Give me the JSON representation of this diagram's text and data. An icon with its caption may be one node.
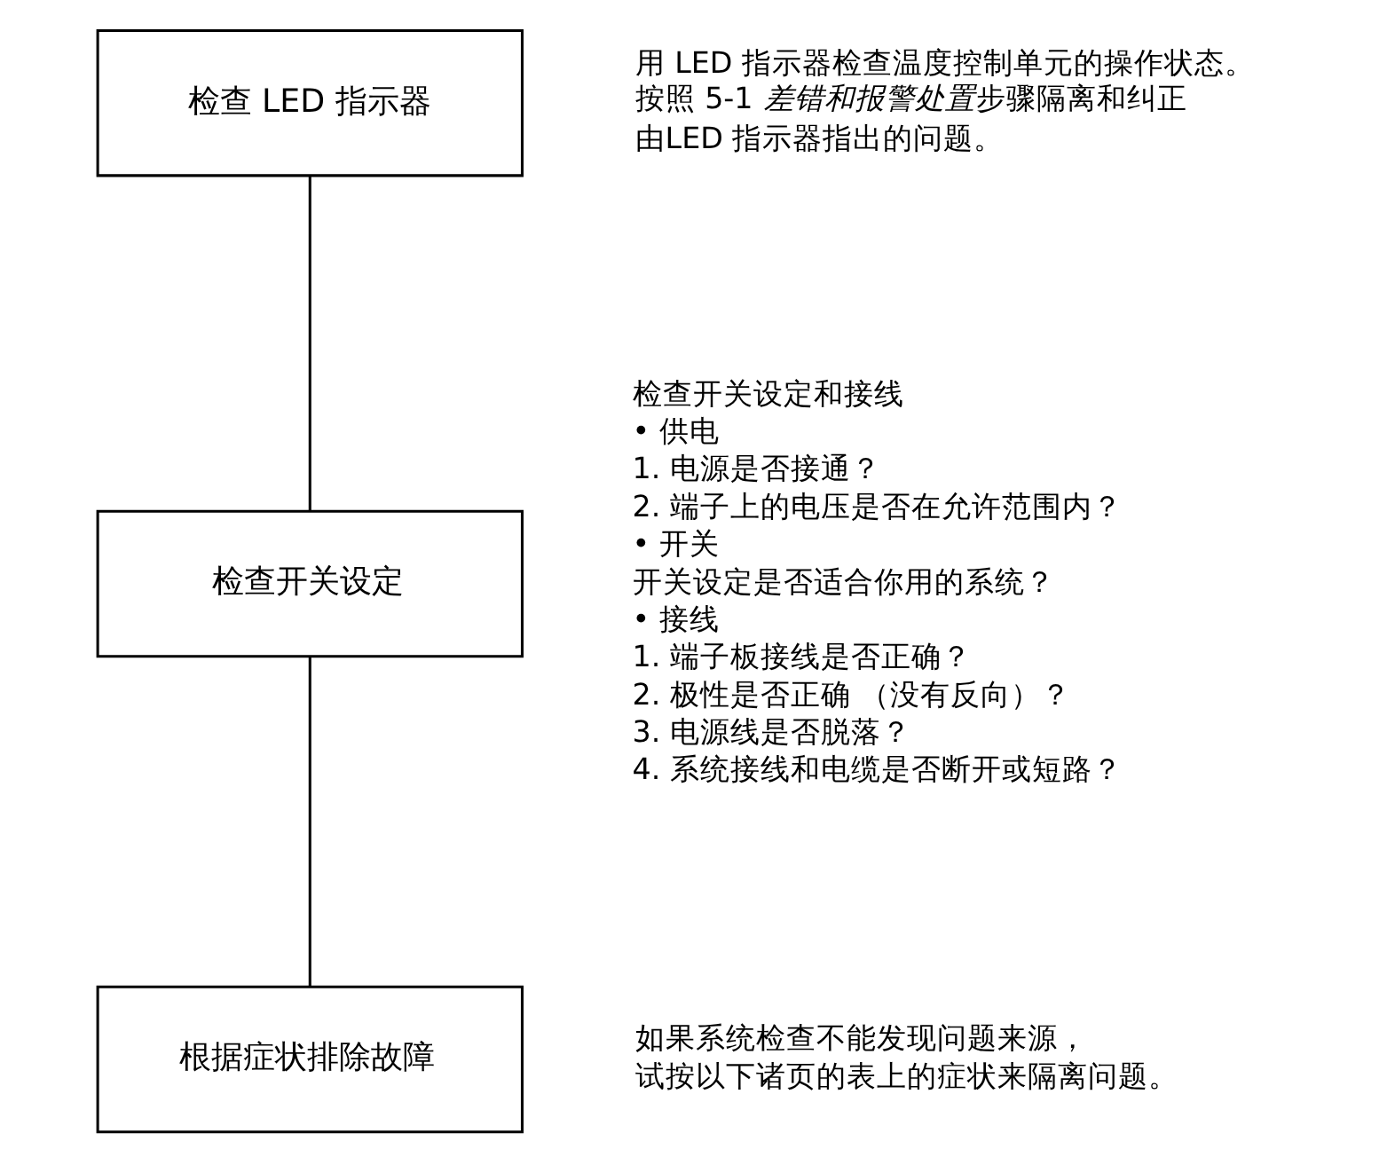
{
  "diagram": {
    "nodes": [
      {
        "text": [
          "检查 LED 指示器"
        ],
        "beside": [
          "用 LED 指示器检查温度控制单元的操作状态。",
          "按照 5-1 *差错和报警处置* 步骤隔离和纠正由LED 指示器指出的问题。"
        ]
      },
      {
        "text": [
          "检查开关设定"
        ],
        "beside": [
          "检查开关设定和接线",
          "• 供电",
          "1. 电源是否接通？",
          "2. 端子上的电压是否在允许范围内？",
          "• 开关",
          "开关设定是否适合你用的系统？",
          "• 接线",
          "1. 端子板接线是否正确？",
          "2. 极性是否正确 （没有反向）？",
          "3. 电源线是否脱落？",
          "4. 系统接线和电缆是否断开或短路？"
        ]
      },
      {
        "text": [
          "根据症状排除故障"
        ],
        "beside": [
          "如果系统检查不能发现问题来源，试按以下诸页的表上的症状来隔离问题。"
        ]
      }
    ],
    "edges": [
      {
        "from": 0,
        "to": 1,
        "arrow": "none"
      },
      {
        "from": 1,
        "to": 2,
        "arrow": "none"
      }
    ]
  }
}
